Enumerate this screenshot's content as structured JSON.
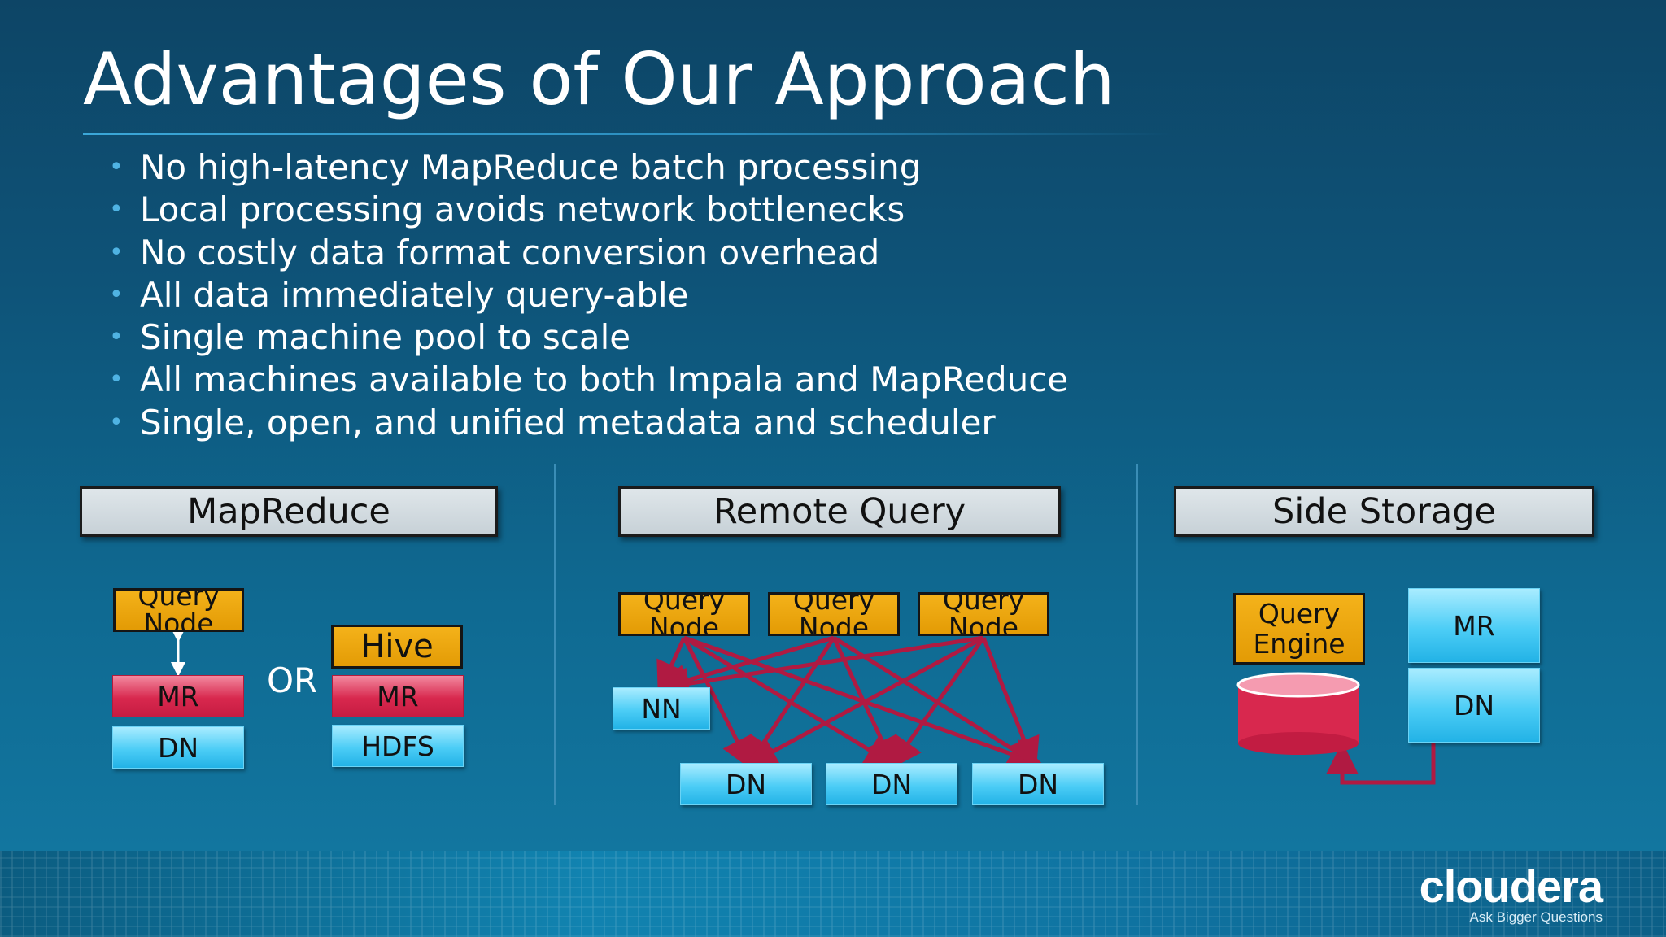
{
  "title": "Advantages of Our Approach",
  "bullets": [
    "No high-latency MapReduce batch processing",
    "Local processing avoids network bottlenecks",
    "No costly data format conversion overhead",
    "All data immediately query-able",
    "Single machine pool to scale",
    "All machines available to both Impala and MapReduce",
    "Single, open, and unified metadata and scheduler"
  ],
  "bullet_glyph": "•",
  "sections": {
    "mapreduce": {
      "label": "MapReduce",
      "query_node": "Query Node",
      "mr": "MR",
      "dn": "DN",
      "or": "OR",
      "hive": "Hive",
      "mr2": "MR",
      "hdfs": "HDFS"
    },
    "remote": {
      "label": "Remote Query",
      "query_nodes": [
        "Query Node",
        "Query Node",
        "Query Node"
      ],
      "nn": "NN",
      "dns": [
        "DN",
        "DN",
        "DN"
      ]
    },
    "side": {
      "label": "Side Storage",
      "query_engine": "Query Engine",
      "mr": "MR",
      "dn": "DN"
    }
  },
  "logo": {
    "word": "cloudera",
    "tagline": "Ask Bigger Questions"
  },
  "colors": {
    "query": "#f0a90f",
    "mr": "#d8284e",
    "dn": "#3fc4f0",
    "arrow": "#b01a42",
    "label_bg": "#d3dbe0"
  }
}
